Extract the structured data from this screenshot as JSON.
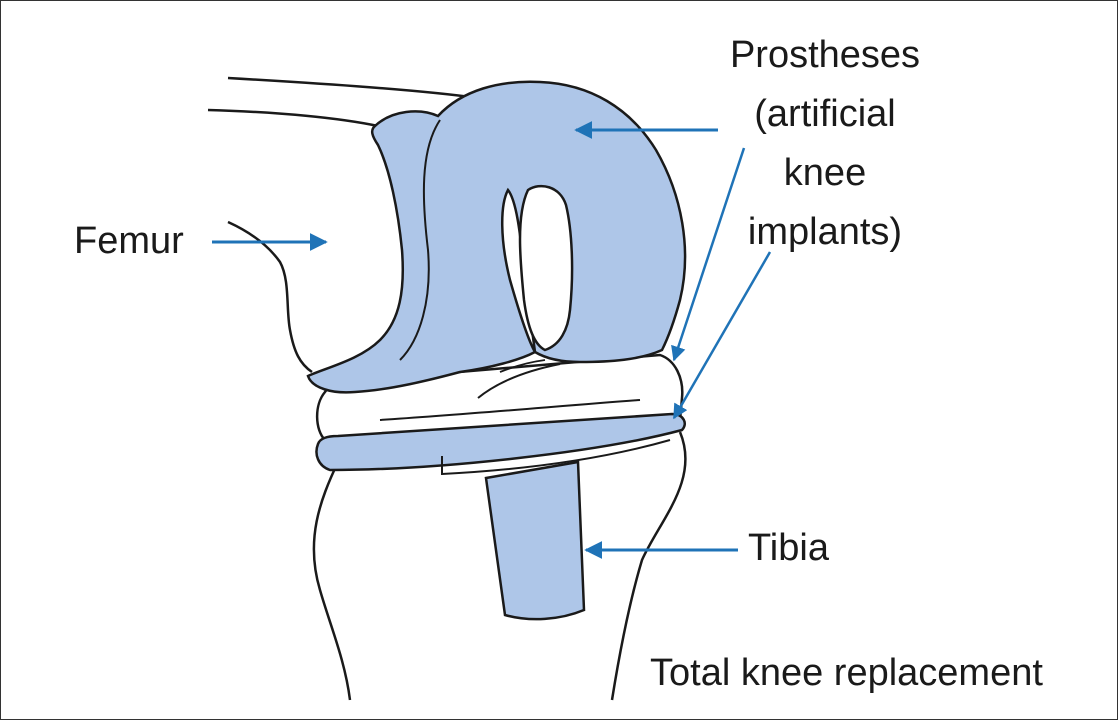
{
  "colors": {
    "implant_fill": "#aec6e8",
    "arrow": "#1f73b7",
    "outline": "#1a1a1a",
    "text": "#1a1a1a"
  },
  "labels": {
    "prostheses_line1": "Prostheses",
    "prostheses_line2": "(artificial",
    "prostheses_line3": "knee",
    "prostheses_line4": "implants)",
    "femur": "Femur",
    "tibia": "Tibia",
    "caption": "Total knee replacement"
  }
}
